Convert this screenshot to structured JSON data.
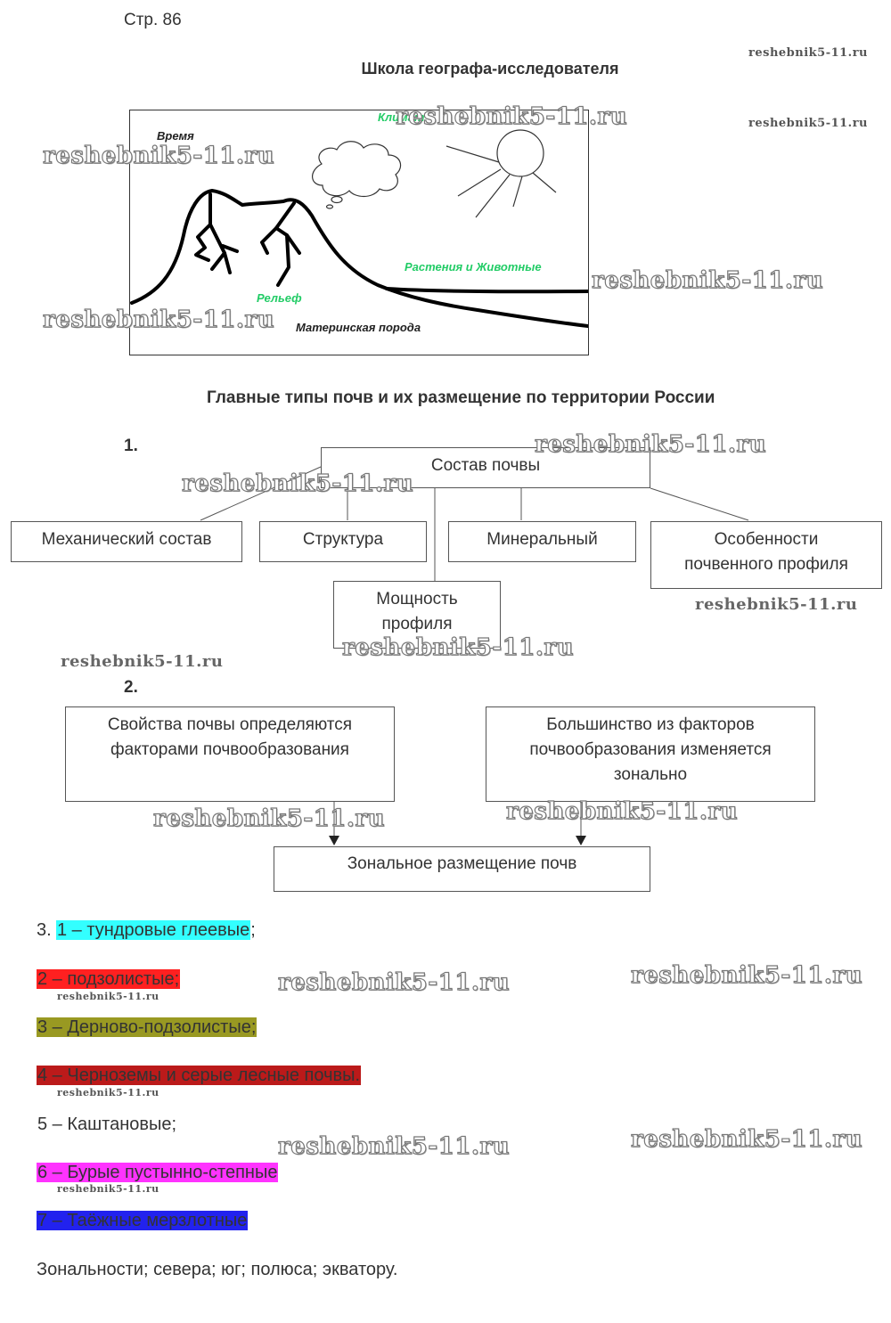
{
  "page_number": "Стр. 86",
  "section1": {
    "title": "Школа географа-исследователя",
    "drawing_labels": {
      "time": "Время",
      "climate": "Климат",
      "plants_animals": "Растения и Животные",
      "relief": "Рельеф",
      "parent_rock": "Материнская порода"
    }
  },
  "section2": {
    "title": "Главные типы почв и их размещение по территории России",
    "q1": {
      "number": "1.",
      "root": "Состав почвы",
      "children": [
        "Механический состав",
        "Структура",
        "Минеральный",
        "Особенности почвенного профиля",
        "Мощность профиля"
      ]
    },
    "q2": {
      "number": "2.",
      "left": "Свойства почвы определяются факторами почвообразования",
      "right": "Большинство из факторов почвообразования изменяется зонально",
      "result": "Зональное размещение почв"
    },
    "q3": {
      "number": "3.",
      "items": [
        {
          "text": "1 – тундровые глеевые",
          "suffix": ";",
          "color": "#33ffff"
        },
        {
          "text": "2 – подзолистые;",
          "suffix": "",
          "color": "#ff2020"
        },
        {
          "text": "3 – Дерново-подзолистые;",
          "suffix": "",
          "color": "#999922"
        },
        {
          "text": "4 – Черноземы и серые лесные почвы.",
          "suffix": "",
          "color": "#bb1a1a"
        },
        {
          "text": "5 – Каштановые;",
          "suffix": "",
          "color": "#d8d8d8"
        },
        {
          "text": "6 – Бурые пустынно-степные",
          "suffix": "",
          "color": "#ff33ff"
        },
        {
          "text": "7 – Таёжные мерзлотные",
          "suffix": "",
          "color": "#2222ee"
        }
      ],
      "footer": "Зональности; севера; юг; полюса; экватору."
    }
  },
  "watermark": "reshebnik5-11.ru",
  "colors": {
    "drawing_label_green": "#22cc66",
    "box_border": "#555555"
  }
}
